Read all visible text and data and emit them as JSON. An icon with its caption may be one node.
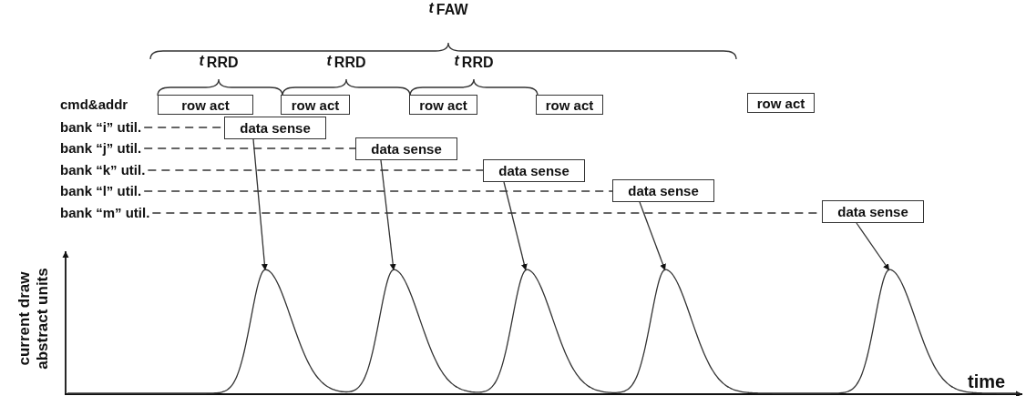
{
  "diagram": {
    "nodes": [
      {
        "text": [
          "row act"
        ]
      },
      {
        "text": [
          "row act"
        ]
      },
      {
        "text": [
          "row act"
        ]
      },
      {
        "text": [
          "row act"
        ]
      },
      {
        "text": [
          "row act"
        ]
      },
      {
        "text": [
          "data sense"
        ]
      },
      {
        "text": [
          "data sense"
        ]
      },
      {
        "text": [
          "data sense"
        ]
      },
      {
        "text": [
          "data sense"
        ]
      },
      {
        "text": [
          "data sense"
        ]
      },
      {
        "text": [
          "cmd&addr"
        ]
      },
      {
        "text": [
          "bank “i” util."
        ]
      },
      {
        "text": [
          "bank “j” util."
        ]
      },
      {
        "text": [
          "bank “k” util."
        ]
      },
      {
        "text": [
          "bank “l” util."
        ]
      },
      {
        "text": [
          "bank “m” util."
        ]
      }
    ],
    "edges": [
      {
        "from": 11,
        "to": 5,
        "arrow": "none",
        "style": "dashed"
      },
      {
        "from": 12,
        "to": 6,
        "arrow": "none",
        "style": "dashed"
      },
      {
        "from": 13,
        "to": 7,
        "arrow": "none",
        "style": "dashed"
      },
      {
        "from": 14,
        "to": 8,
        "arrow": "none",
        "style": "dashed"
      },
      {
        "from": 15,
        "to": 9,
        "arrow": "none",
        "style": "dashed"
      },
      {
        "from": 5,
        "to": null,
        "arrow": "to"
      },
      {
        "from": 6,
        "to": null,
        "arrow": "to"
      },
      {
        "from": 7,
        "to": null,
        "arrow": "to"
      },
      {
        "from": 8,
        "to": null,
        "arrow": "to"
      },
      {
        "from": 9,
        "to": null,
        "arrow": "to"
      }
    ],
    "labels": [
      "*t*$_{FAW}$",
      "*t*$_{RRD}$",
      "*t*$_{RRD}$",
      "*t*$_{RRD}$",
      "current draw abstract units",
      "time"
    ]
  }
}
